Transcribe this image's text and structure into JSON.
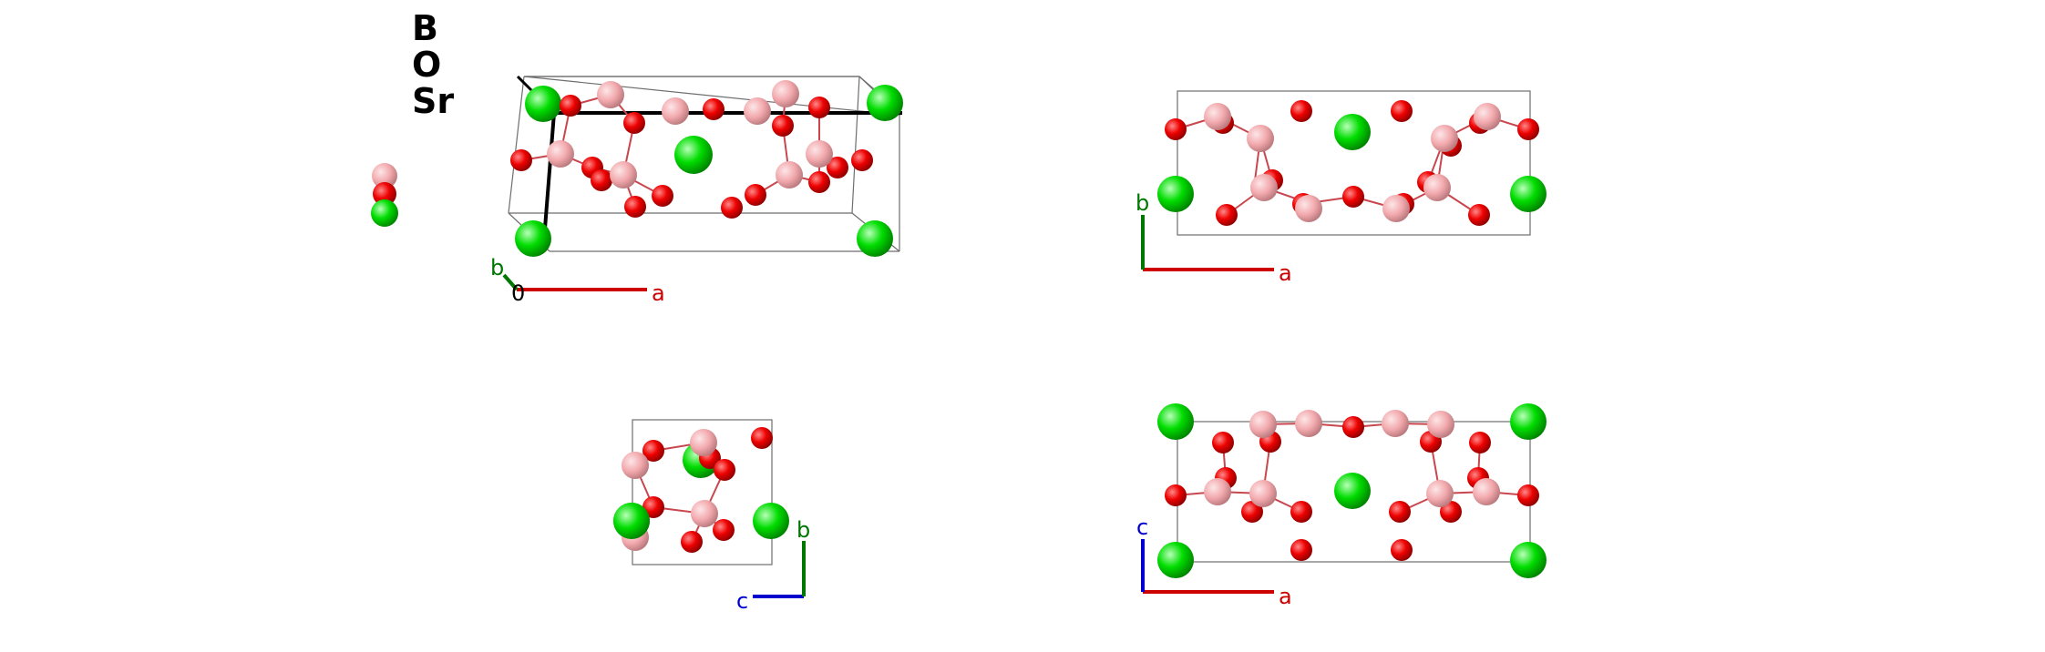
{
  "legend": {
    "items": [
      {
        "element": "B",
        "color": "#f2a9ad"
      },
      {
        "element": "O",
        "color": "#ee0000"
      },
      {
        "element": "Sr",
        "color": "#00dd00"
      }
    ]
  },
  "colors": {
    "B": "#f2a9ad",
    "O": "#ee0000",
    "Sr": "#00dd00",
    "cell_edge": "#6e6e6e",
    "bond": "#c8474f",
    "axis_a": "#cc0000",
    "axis_b": "#007700",
    "axis_c": "#0000cc",
    "axis_origin": "#000000"
  },
  "views": {
    "perspective": {
      "axes": {
        "a": "a",
        "b": "b",
        "origin": "0"
      }
    },
    "ab_plane": {
      "axes": {
        "a": "a",
        "b": "b"
      }
    },
    "cb_plane": {
      "axes": {
        "c": "c",
        "b": "b"
      }
    },
    "ac_plane": {
      "axes": {
        "a": "a",
        "c": "c"
      }
    }
  }
}
